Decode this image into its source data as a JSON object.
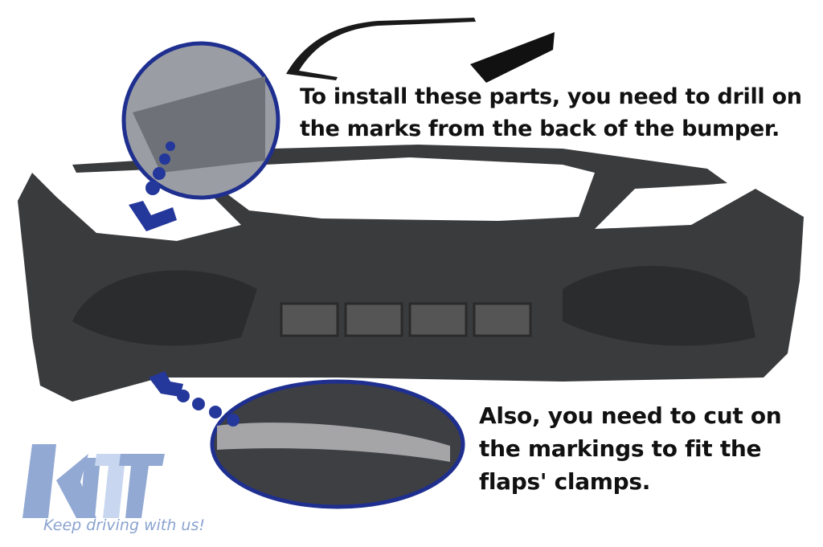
{
  "instructions": {
    "drill": "To install these parts, you need to drill on the marks from the back of the bumper.",
    "drill_lines": [
      "To install these parts, you need to drill on",
      "the marks from the back of the bumper."
    ],
    "cut_lines": [
      "Also, you need to cut on",
      "the markings to fit the",
      "flaps' clamps."
    ]
  },
  "brand": {
    "logo_text": "KiTT",
    "tagline": "Keep driving with us!",
    "color": "#8aa3cf"
  },
  "colors": {
    "bumper": "#3a3b3d",
    "circle_border": "#1f2f8f",
    "pointer": "#24379a"
  }
}
